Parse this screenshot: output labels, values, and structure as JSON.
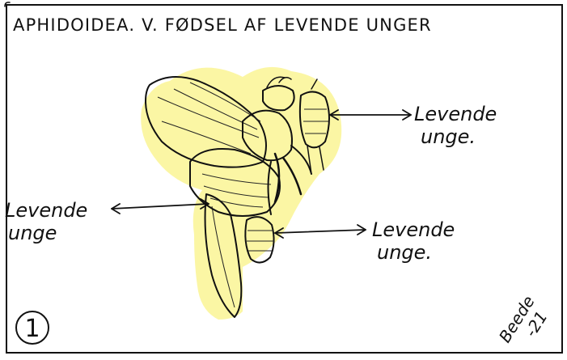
{
  "card": {
    "title": "APHIDOIDEA. V. FØDSEL AF LEVENDE UNGER",
    "number": "1",
    "signature_line1": "Beede",
    "signature_line2": "-21"
  },
  "labels": [
    {
      "line1": "Levende",
      "line2": "unge."
    },
    {
      "line1": "Levende",
      "line2": "unge"
    },
    {
      "line1": "Levende",
      "line2": "unge."
    }
  ],
  "colors": {
    "ink": "#111111",
    "highlight": "#f7ef5a",
    "paper": "#ffffff"
  }
}
